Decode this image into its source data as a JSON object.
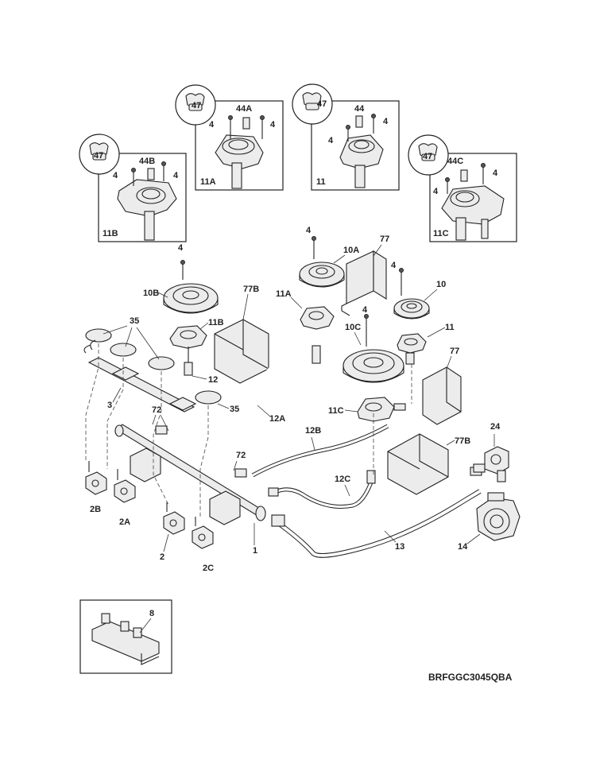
{
  "diagram_code": "BRFGGC3045QBA",
  "labels": {
    "p47": "47",
    "p44": "44",
    "p44A": "44A",
    "p44B": "44B",
    "p44C": "44C",
    "p4": "4",
    "p11": "11",
    "p11A": "11A",
    "p11B": "11B",
    "p11C": "11C",
    "p10": "10",
    "p10A": "10A",
    "p10B": "10B",
    "p10C": "10C",
    "p77": "77",
    "p77B": "77B",
    "p35": "35",
    "p3": "3",
    "p12": "12",
    "p12A": "12A",
    "p12B": "12B",
    "p12C": "12C",
    "p13": "13",
    "p14": "14",
    "p24": "24",
    "p72": "72",
    "p1": "1",
    "p2": "2",
    "p2A": "2A",
    "p2B": "2B",
    "p2C": "2C",
    "p8": "8"
  }
}
